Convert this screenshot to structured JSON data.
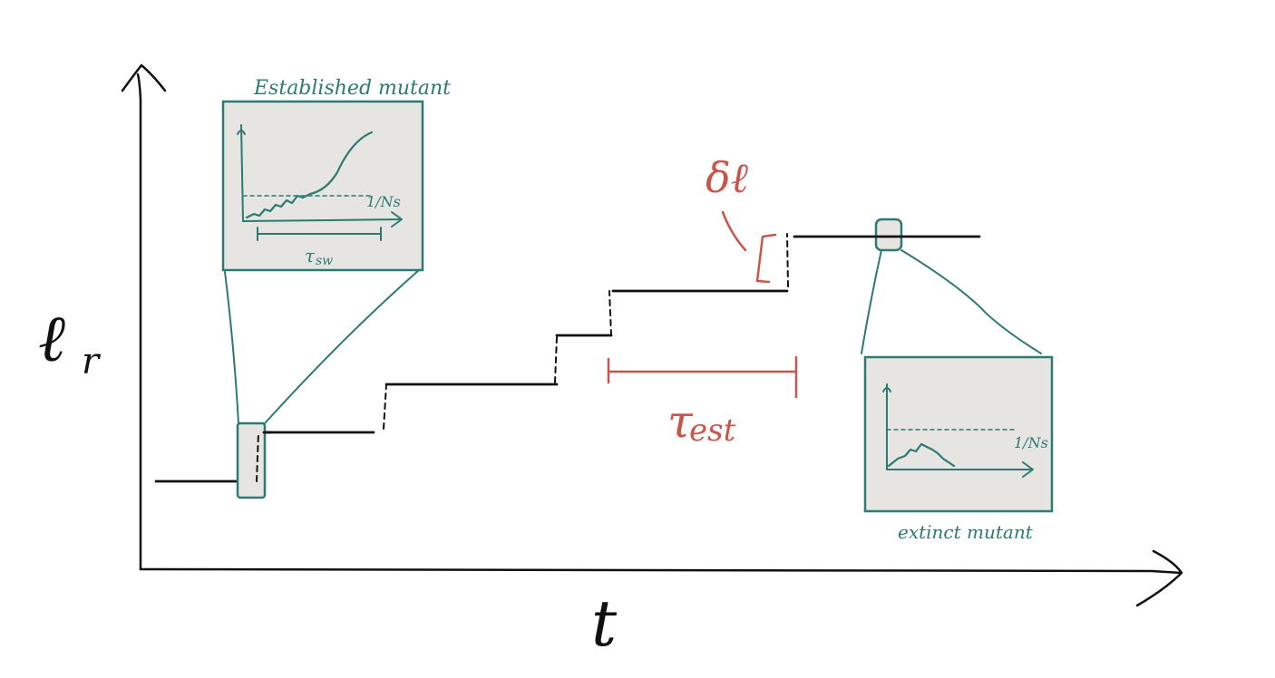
{
  "axes": {
    "y_label": "ℓ",
    "y_label_sub": "r",
    "x_label": "t"
  },
  "inset_established": {
    "title": "Established mutant",
    "threshold_label": "1/Ns",
    "interval_label": "τ",
    "interval_label_sub": "sw"
  },
  "inset_extinct": {
    "title": "extinct mutant",
    "threshold_label": "1/Ns"
  },
  "annotations": {
    "delta_label": "δℓ",
    "tau_label": "τ",
    "tau_label_sub": "est"
  },
  "colors": {
    "ink": "#111111",
    "teal": "#2c7a72",
    "red": "#c9554a",
    "panel": "#e6e5e1"
  }
}
